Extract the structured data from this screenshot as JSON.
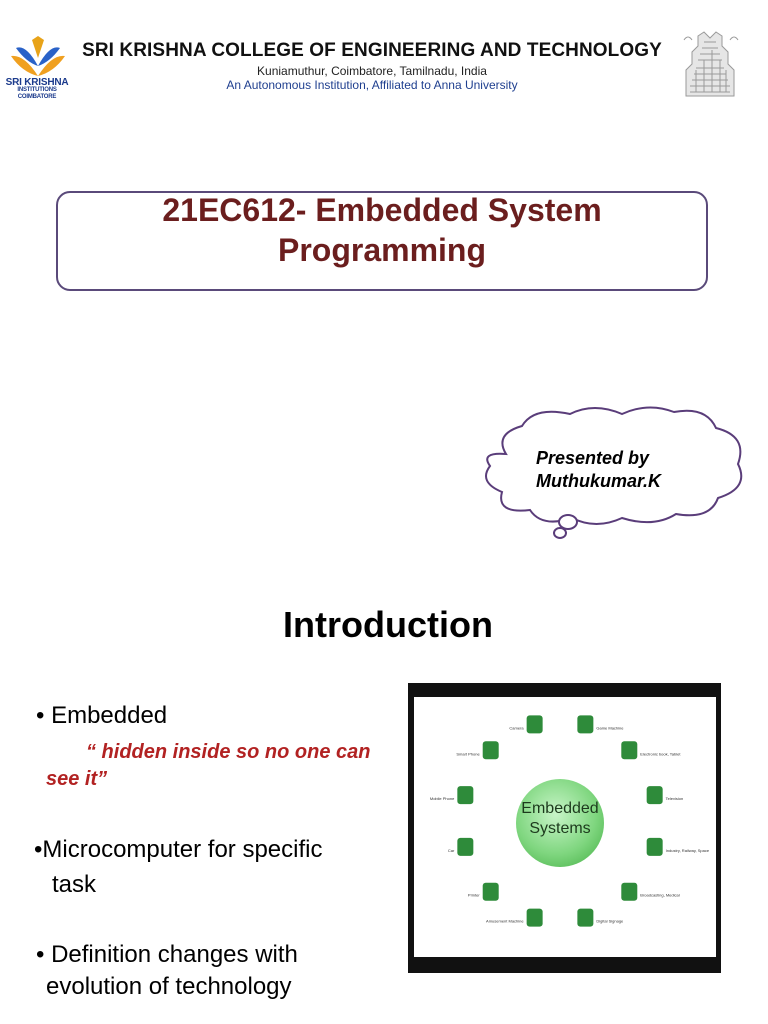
{
  "header": {
    "logo_text_line1": "SRI KRISHNA",
    "logo_text_line2": "INSTITUTIONS",
    "logo_text_line3": "COIMBATORE",
    "college_name": "SRI KRISHNA COLLEGE OF ENGINEERING AND TECHNOLOGY",
    "address": "Kuniamuthur, Coimbatore, Tamilnadu, India",
    "affiliation": "An Autonomous Institution, Affiliated to Anna University"
  },
  "title": {
    "line1": "21EC612- Embedded System",
    "line2": "Programming"
  },
  "presenter": {
    "line1": "Presented by",
    "line2": "Muthukumar.K"
  },
  "intro": {
    "heading": "Introduction",
    "bullet1": "• Embedded",
    "quote_part1": "“ hidden inside so no one  can",
    "quote_part2": "see it”",
    "bullet2_line1": "•Microcomputer for specific",
    "bullet2_line2": "task",
    "bullet3_line1": "• Definition changes with",
    "bullet3_line2": "evolution of technology"
  },
  "diagram": {
    "center_line1": "Embedded",
    "center_line2": "Systems",
    "colors": {
      "center": "#7fd67f",
      "icon": "#2e8b3a",
      "frame": "#111111",
      "accent_red": "#b22222",
      "title_color": "#6b1e1e"
    },
    "items": [
      "Game Machine",
      "Electronic book, Tablet",
      "Television",
      "Industry, Railway, Space",
      "Broadcasting, Medical",
      "Digital Signage",
      "Amusement Machine",
      "Printer",
      "Car",
      "Mobile Phone",
      "Smart Phone",
      "Camera"
    ]
  }
}
